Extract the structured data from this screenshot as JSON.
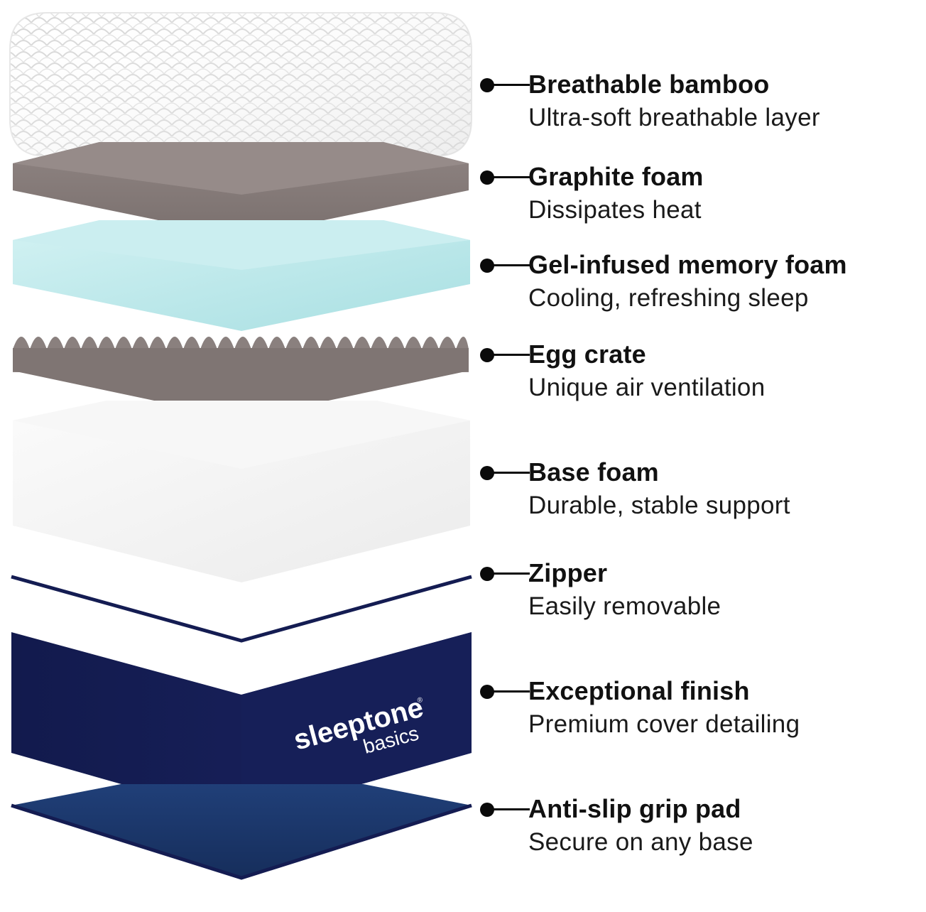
{
  "brand": {
    "name": "sleeptone",
    "sub": "basics",
    "mark": "®"
  },
  "colors": {
    "navy": "#141c52",
    "grip": "#1e3a6e",
    "graphite": "#8a7f7c",
    "gel": "#bfe8ea",
    "eggcrate": "#847a78",
    "white_foam": "#f4f4f4"
  },
  "layers": [
    {
      "title": "Breathable bamboo",
      "desc": "Ultra-soft breathable layer"
    },
    {
      "title": "Graphite foam",
      "desc": "Dissipates heat"
    },
    {
      "title": "Gel-infused memory foam",
      "desc": "Cooling, refreshing sleep"
    },
    {
      "title": "Egg crate",
      "desc": "Unique air ventilation"
    },
    {
      "title": "Base foam",
      "desc": "Durable, stable support"
    },
    {
      "title": "Zipper",
      "desc": "Easily removable"
    },
    {
      "title": "Exceptional finish",
      "desc": "Premium cover detailing"
    },
    {
      "title": "Anti-slip grip pad",
      "desc": "Secure on any base"
    }
  ]
}
